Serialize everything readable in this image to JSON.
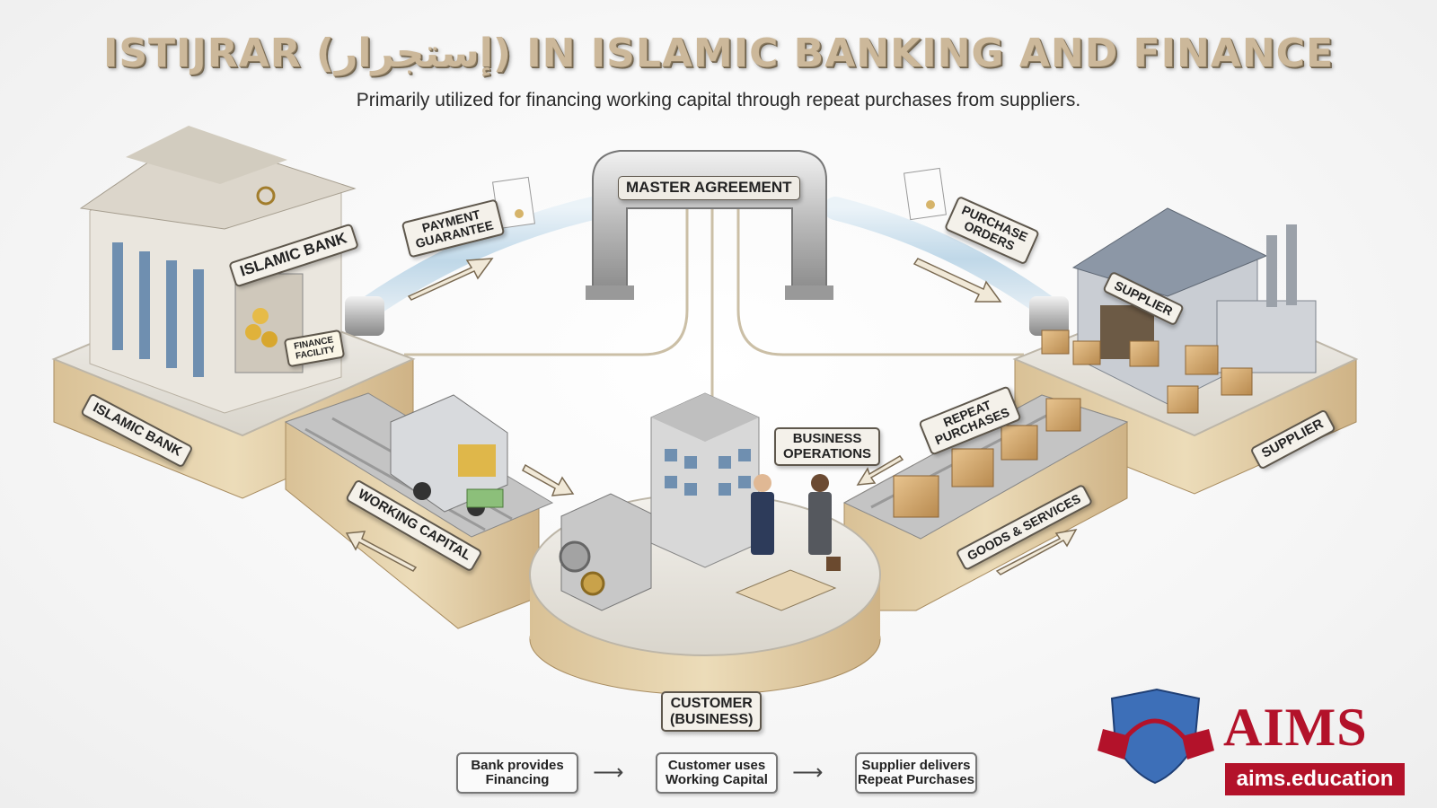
{
  "header": {
    "title": "ISTIJRAR (إستجرار) IN ISLAMIC BANKING AND FINANCE",
    "subtitle": "Primarily utilized for financing working capital through repeat purchases from suppliers."
  },
  "labels": {
    "master_agreement": "MASTER AGREEMENT",
    "payment_guarantee": "PAYMENT\nGUARANTEE",
    "purchase_orders": "PURCHASE\nORDERS",
    "islamic_bank_sign": "ISLAMIC BANK",
    "finance_facility": "FINANCE\nFACILITY",
    "islamic_bank_base": "ISLAMIC BANK",
    "supplier_sign": "SUPPLIER",
    "supplier_base": "SUPPLIER",
    "working_capital": "WORKING CAPITAL",
    "business_operations": "BUSINESS\nOPERATIONS",
    "repeat_purchases": "REPEAT\nPURCHASES",
    "goods_services": "GOODS & SERVICES",
    "customer": "CUSTOMER\n(BUSINESS)"
  },
  "flow_steps": [
    "Bank provides\nFinancing",
    "Customer uses\nWorking Capital",
    "Supplier delivers\nRepeat Purchases"
  ],
  "logo": {
    "word": "AIMS",
    "url": "aims.education"
  },
  "colors": {
    "brand_red": "#b3122a",
    "wood": "#e2cfa9",
    "stone": "#e8e6e1",
    "title_gold": "#ccb89a"
  }
}
